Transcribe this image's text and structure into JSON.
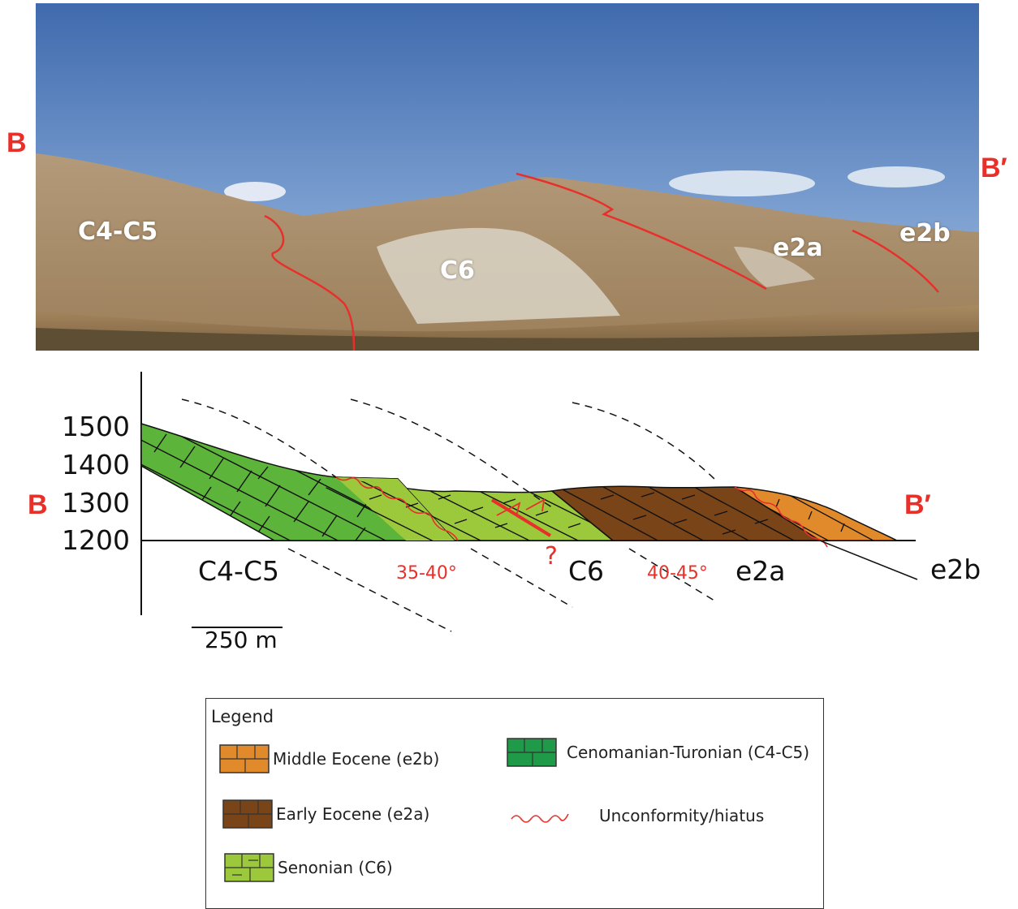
{
  "photo": {
    "labels": {
      "c4c5": "C4-C5",
      "c6": "C6",
      "e2a": "e2a",
      "e2b": "e2b"
    }
  },
  "markers": {
    "start": "B",
    "end": "B′"
  },
  "section": {
    "elevations": [
      "1500",
      "1400",
      "1300",
      "1200"
    ],
    "units": {
      "c4c5": "C4-C5",
      "c6": "C6",
      "e2a": "e2a",
      "e2b": "e2b"
    },
    "dips": {
      "west": "35-40°",
      "east": "40-45°"
    },
    "fault_query": "?",
    "scale_bar": "250 m"
  },
  "legend": {
    "title": "Legend",
    "items": {
      "e2b": {
        "label": "Middle Eocene (e2b)",
        "color": "#e08a2c"
      },
      "e2a": {
        "label": "Early Eocene (e2a)",
        "color": "#7a4419"
      },
      "c6": {
        "label": "Senonian (C6)",
        "color": "#9cc83c"
      },
      "c4c5": {
        "label": "Cenomanian-Turonian (C4-C5)",
        "color": "#1e9a48"
      },
      "unconformity": {
        "label": "Unconformity/hiatus",
        "color": "#e8302b"
      }
    }
  },
  "colors": {
    "c4c5_section": "#5db43a",
    "c6_section": "#9cc83c",
    "e2a_section": "#7a4419",
    "e2b_section": "#e08a2c",
    "fault": "#e8302b"
  }
}
